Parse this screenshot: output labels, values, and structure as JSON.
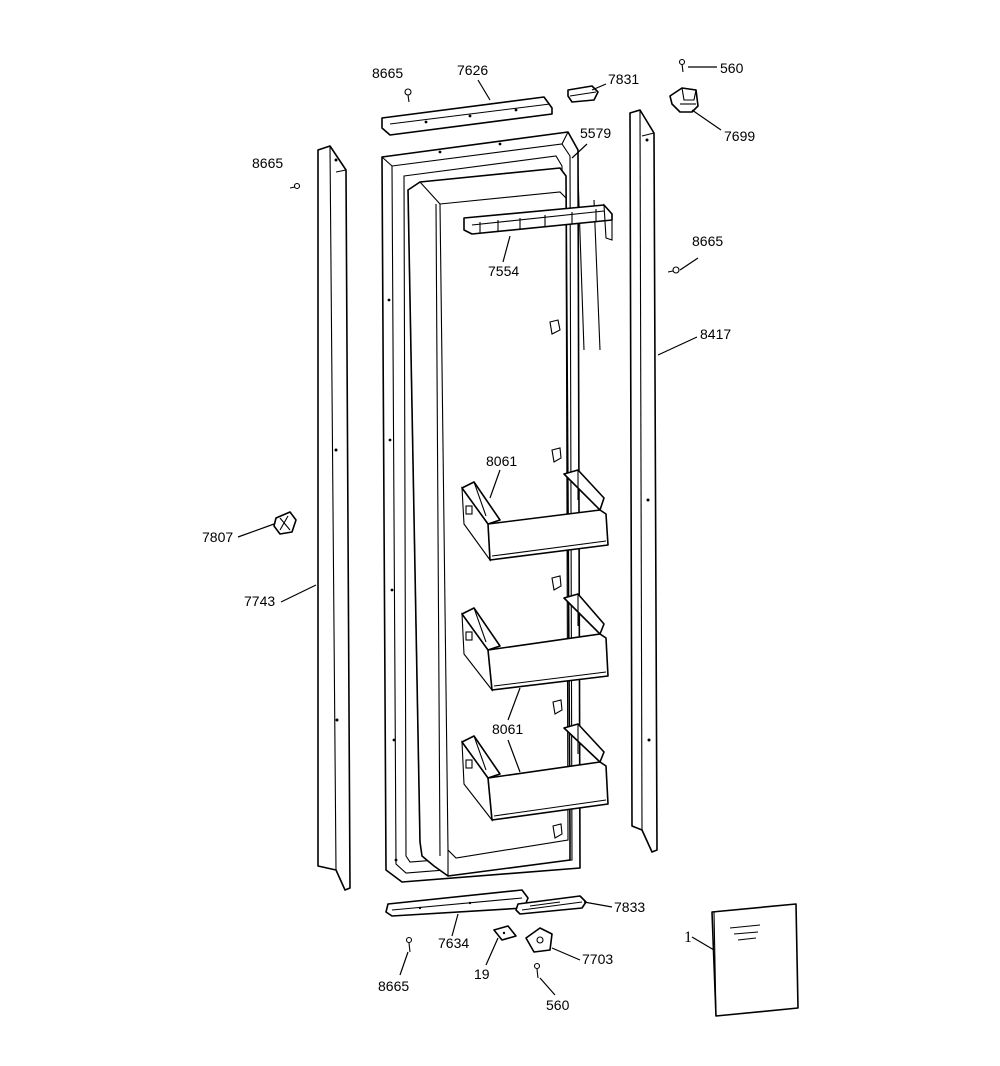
{
  "diagram": {
    "labels": {
      "l_8665_top": "8665",
      "l_7626": "7626",
      "l_7831": "7831",
      "l_560_top": "560",
      "l_7699": "7699",
      "l_5579": "5579",
      "l_8665_left": "8665",
      "l_7554": "7554",
      "l_8665_right": "8665",
      "l_8417": "8417",
      "l_8061_a": "8061",
      "l_7807": "7807",
      "l_7743": "7743",
      "l_8061_b": "8061",
      "l_7833": "7833",
      "l_7634": "7634",
      "l_7703": "7703",
      "l_1": "1",
      "l_8665_bottom": "8665",
      "l_19": "19",
      "l_560_bottom": "560"
    }
  }
}
